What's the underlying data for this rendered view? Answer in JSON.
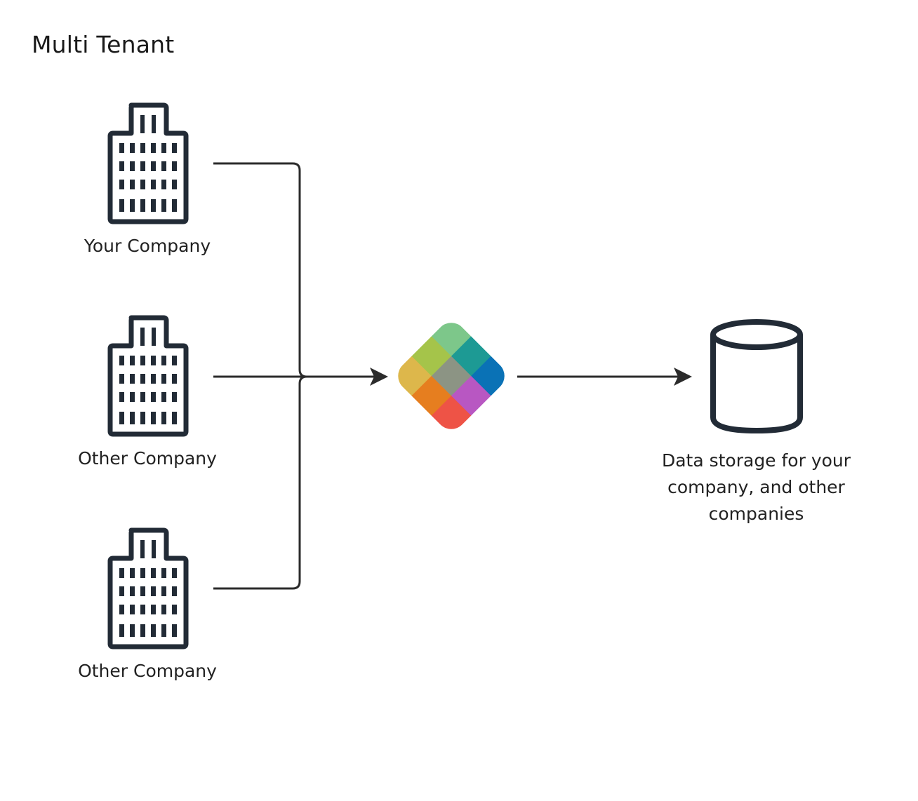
{
  "diagram": {
    "title": "Multi Tenant",
    "tenants": [
      {
        "label": "Your Company",
        "icon": "building-icon"
      },
      {
        "label": "Other Company",
        "icon": "building-icon"
      },
      {
        "label": "Other Company",
        "icon": "building-icon"
      }
    ],
    "hub": {
      "icon": "multicolor-diamond-logo",
      "colors": [
        "#7DC78A",
        "#1D9A94",
        "#0A72B6",
        "#A5C44A",
        "#8C9484",
        "#B857C2",
        "#DDB74B",
        "#E67E1F",
        "#EE5346"
      ]
    },
    "storage": {
      "icon": "database-cylinder-icon",
      "label_lines": [
        "Data storage for your",
        "company, and other",
        "companies"
      ]
    },
    "colors": {
      "stroke": "#222B36",
      "connector": "#2B2B2B"
    }
  }
}
